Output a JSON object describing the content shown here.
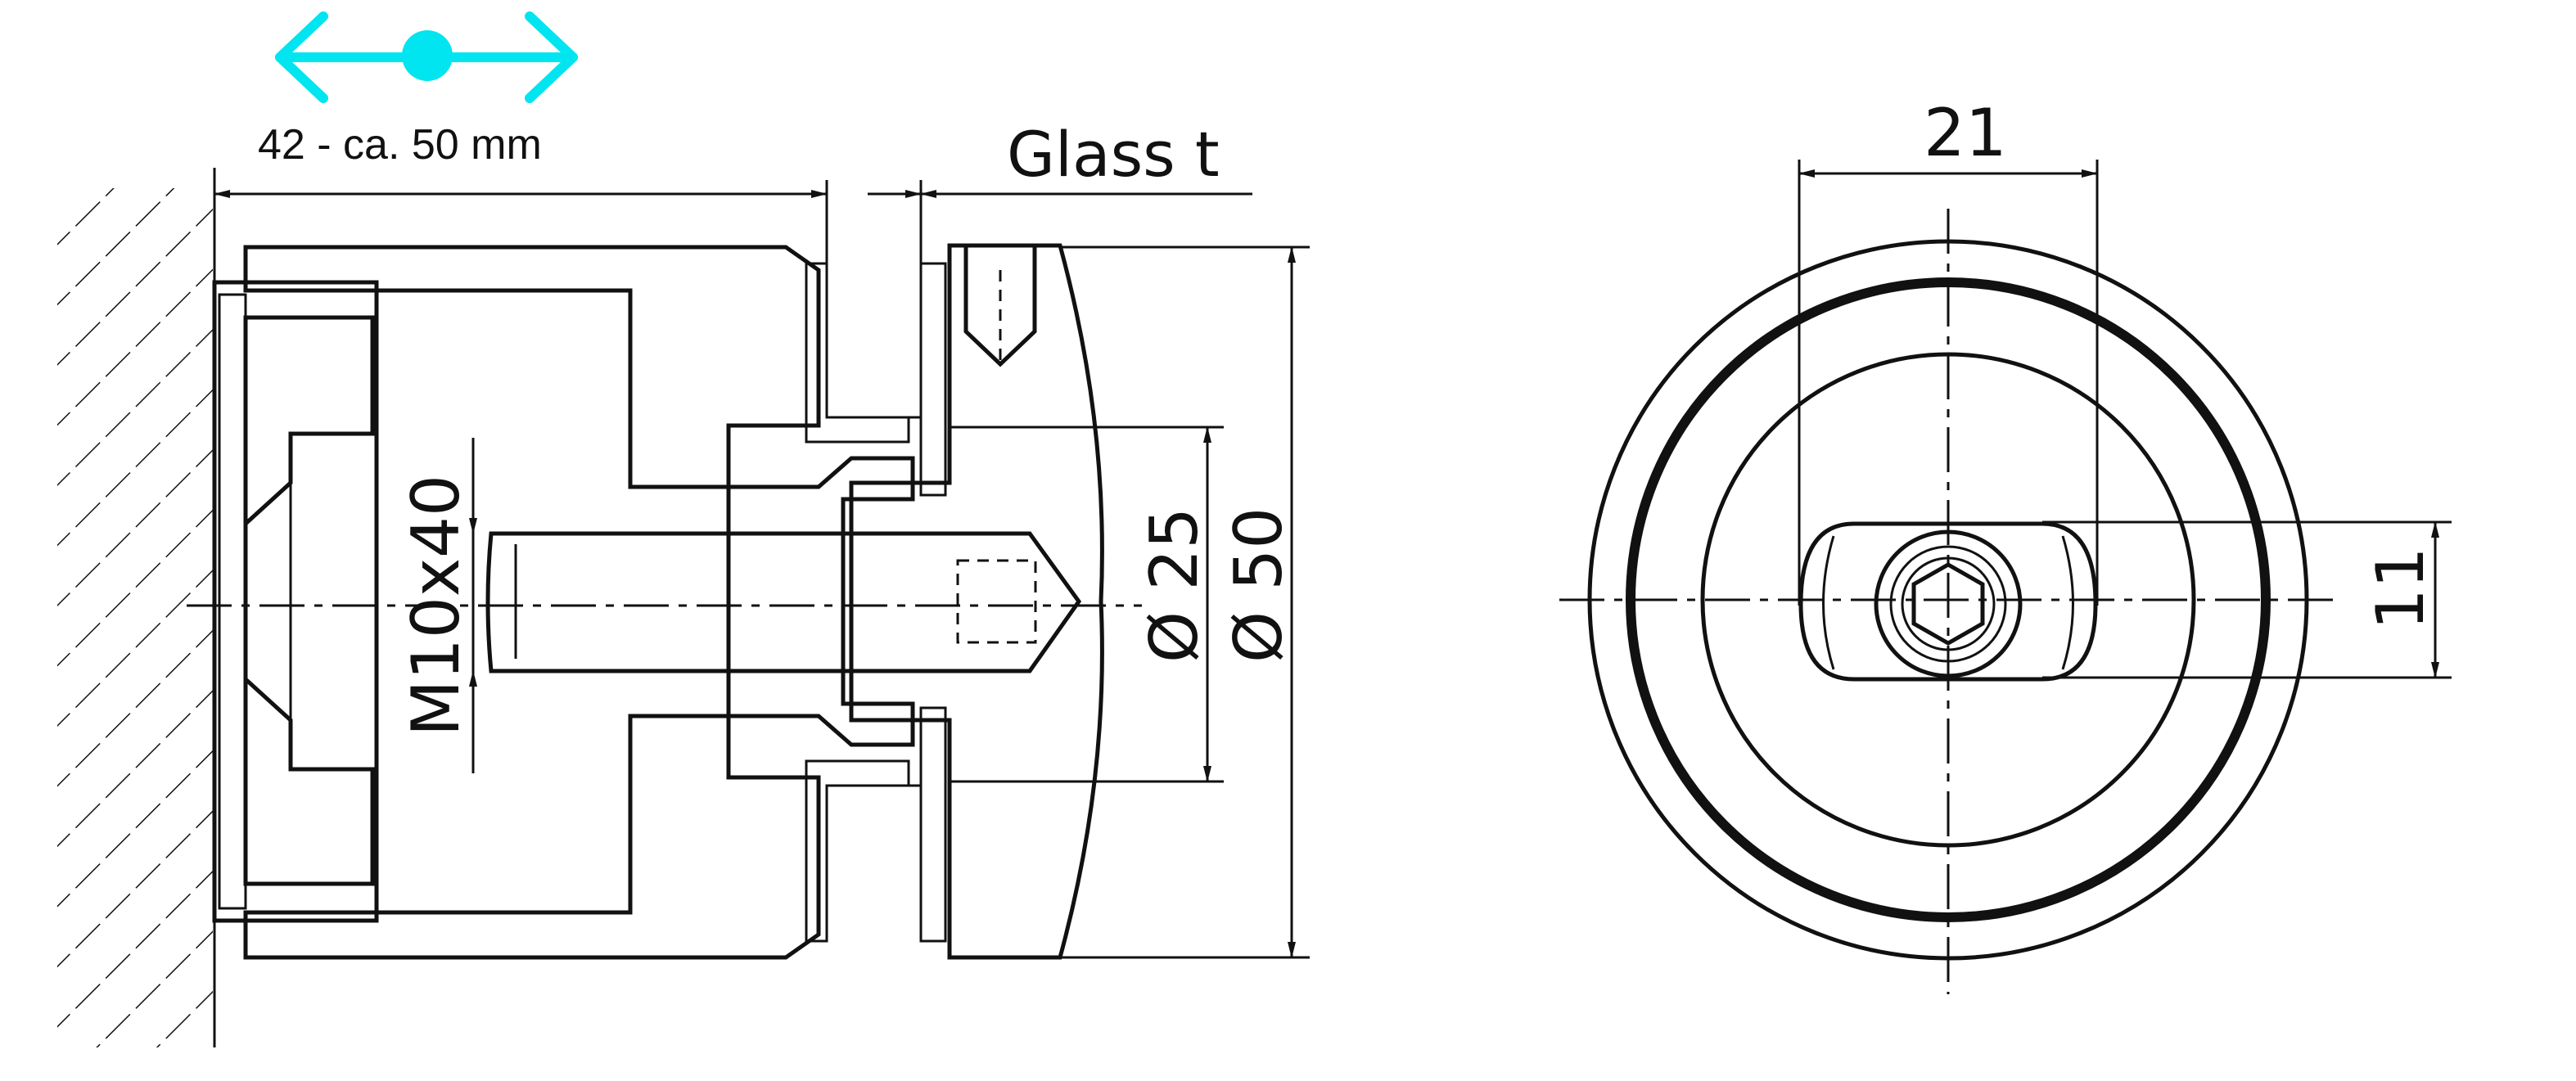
{
  "labels": {
    "adjust_range": "42 - ca. 50 mm",
    "glass": "Glass t",
    "thread": "M10x40",
    "dia_small": "Ø 25",
    "dia_large": "Ø 50",
    "width_21": "21",
    "height_11": "11"
  },
  "icons": {
    "adjust_arrow": "cyan-double-arrow-with-dot"
  },
  "colors": {
    "accent": "#00e5ef",
    "line": "#111111",
    "background": "#ffffff"
  }
}
